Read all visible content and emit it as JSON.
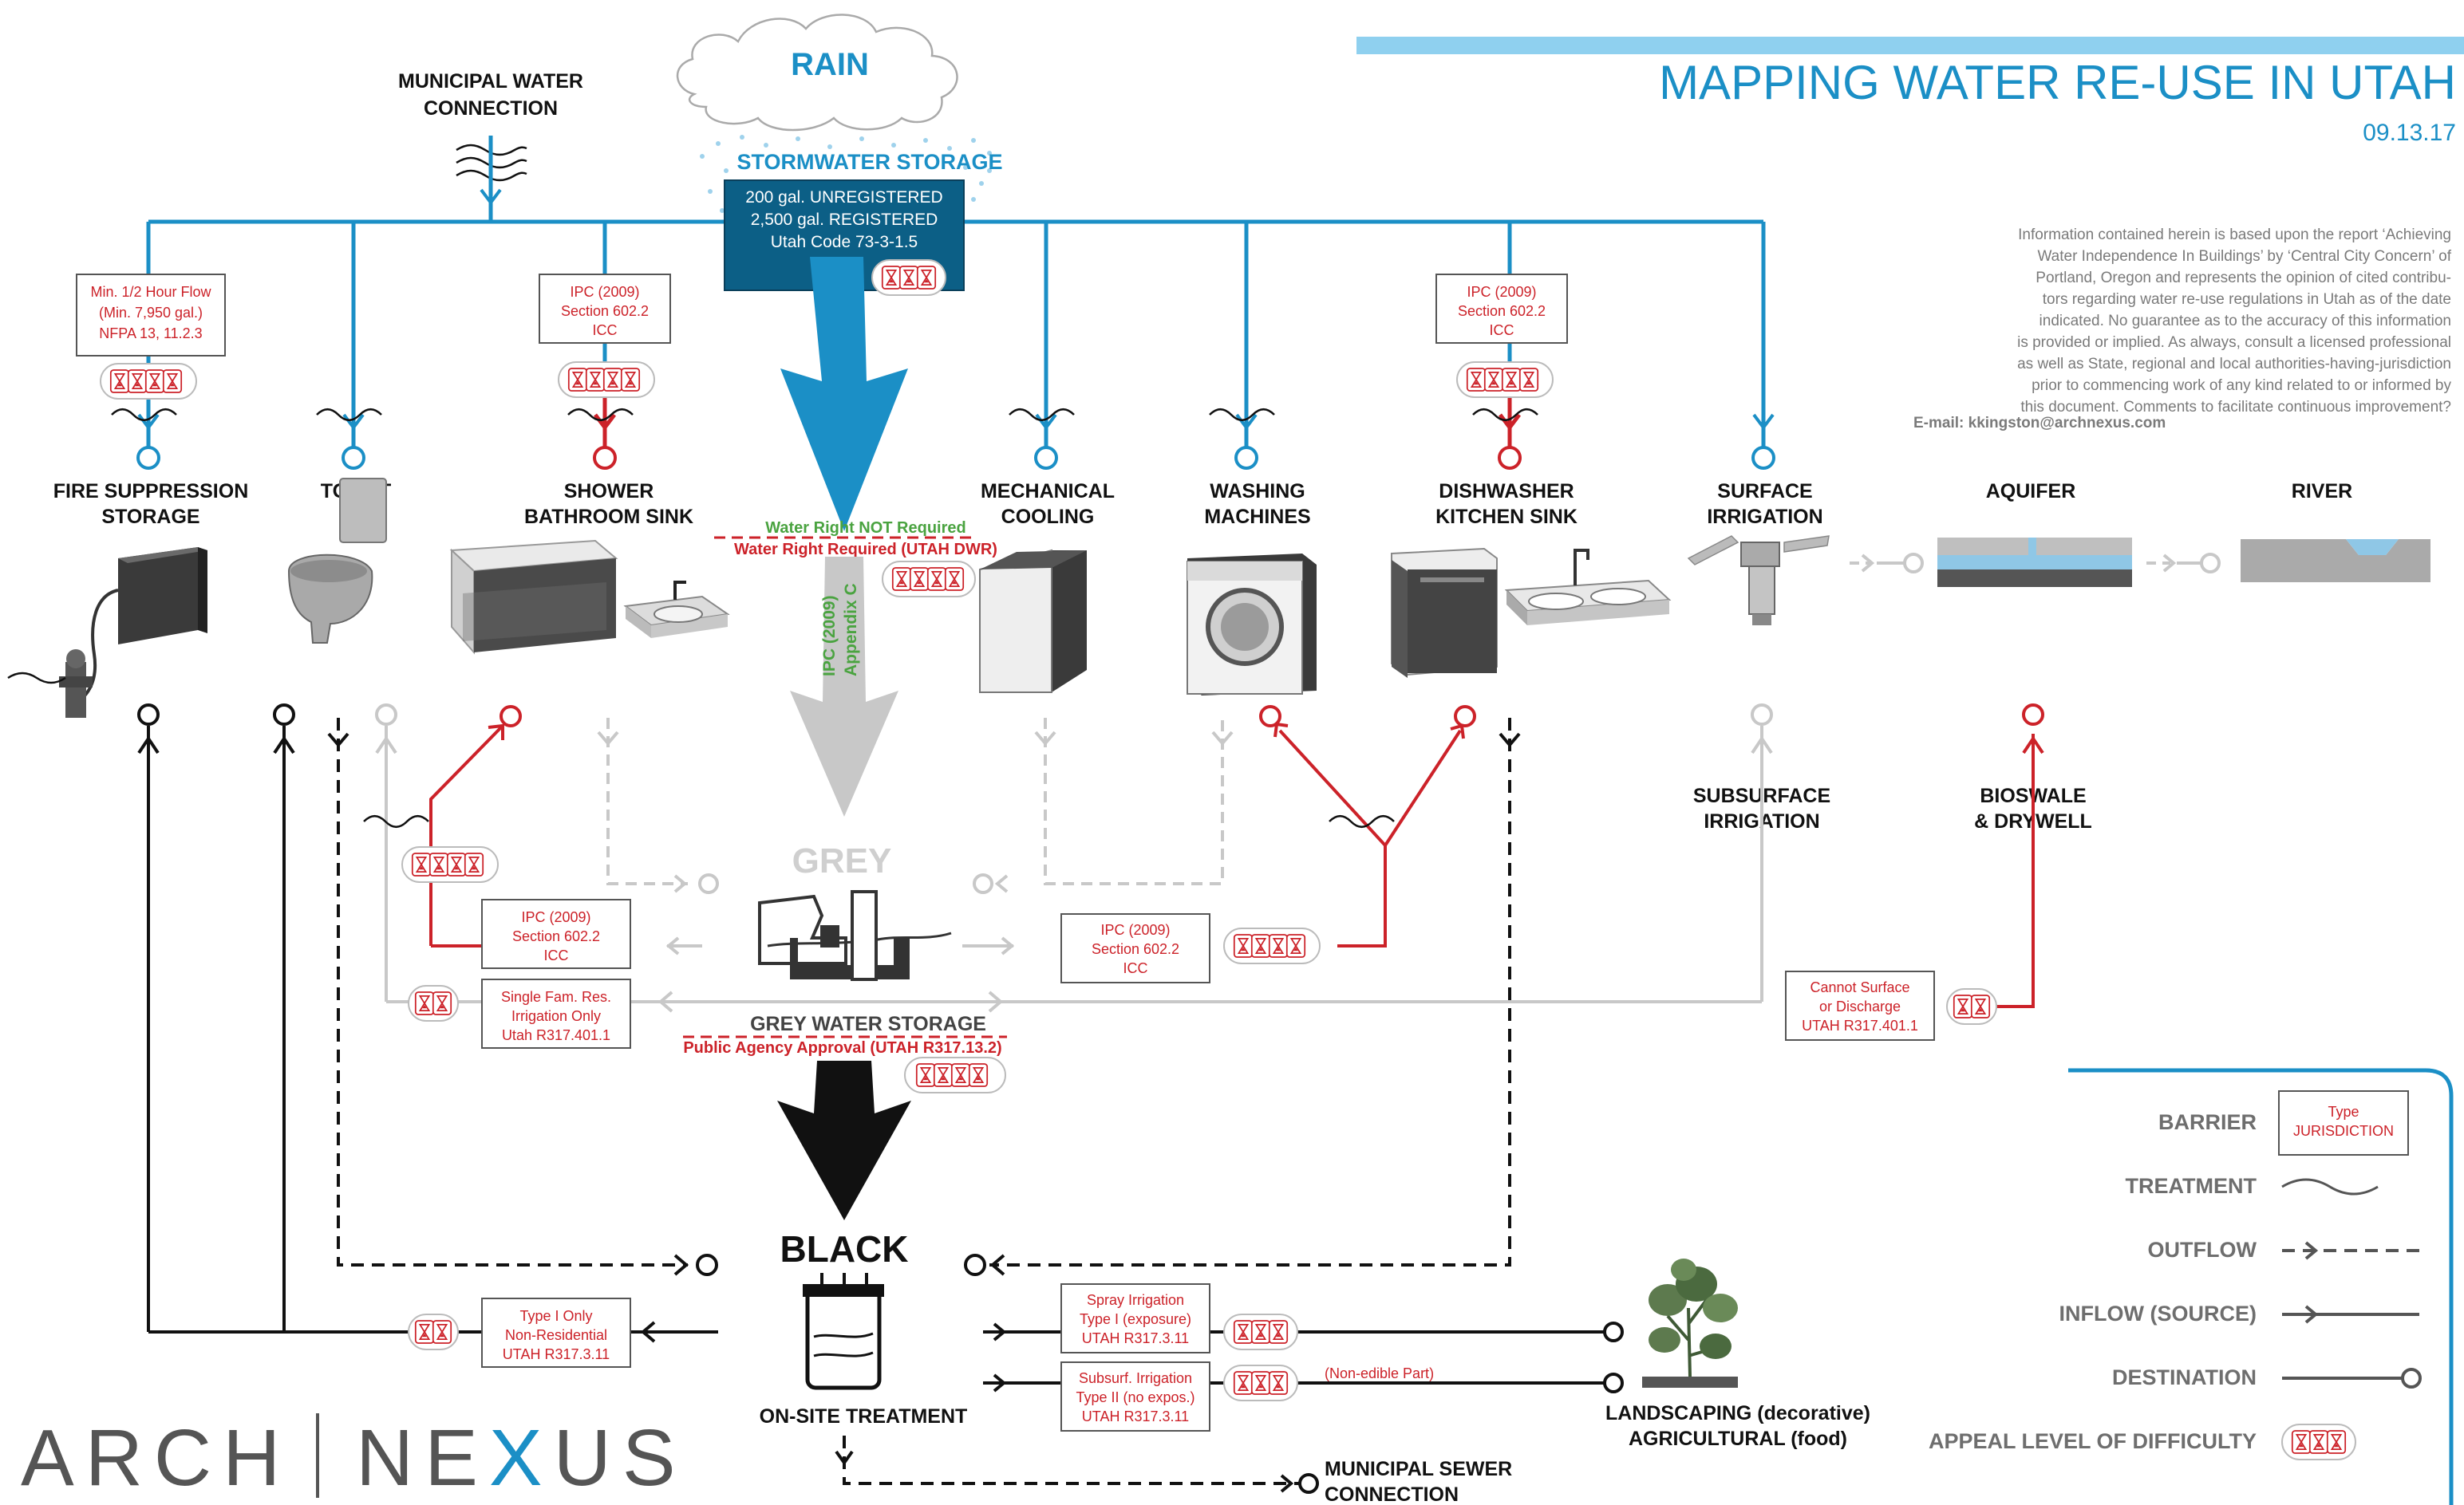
{
  "header": {
    "title": "MAPPING WATER RE-USE IN UTAH",
    "date": "09.13.17"
  },
  "info": {
    "lines": [
      "Information contained herein is based upon the report ‘Achieving",
      "Water Independence In Buildings’ by ‘Central City Concern’ of",
      "Portland, Oregon and represents the opinion of cited contribu-",
      "tors regarding water re-use regulations in Utah as of the date",
      "indicated. No guarantee as to the accuracy of this information",
      "is provided or implied. As always, consult a licensed professional",
      "as well as State, regional and local authorities-having-jurisdiction",
      "prior to commencing work of any kind related to or informed by",
      "this document. Comments to facilitate continuous improvement?"
    ],
    "email": "E-mail: kkingston@archnexus.com"
  },
  "sources": {
    "municipal_water": [
      "MUNICIPAL WATER",
      "CONNECTION"
    ],
    "rain": "RAIN",
    "stormwater_storage": "STORMWATER STORAGE",
    "storage_box": [
      "200 gal. UNREGISTERED",
      "2,500 gal. REGISTERED",
      "Utah Code 73-3-1.5"
    ]
  },
  "fixtures": {
    "fire": [
      "FIRE SUPPRESSION",
      "STORAGE"
    ],
    "toilet": "TOILET",
    "shower": [
      "SHOWER",
      "BATHROOM SINK"
    ],
    "mechanical": [
      "MECHANICAL",
      "COOLING"
    ],
    "washing": [
      "WASHING",
      "MACHINES"
    ],
    "dishwasher": [
      "DISHWASHER",
      "KITCHEN SINK"
    ],
    "surface_irrigation": [
      "SURFACE",
      "IRRIGATION"
    ],
    "aquifer": "AQUIFER",
    "river": "RIVER",
    "subsurface_irrigation": [
      "SUBSURFACE",
      "IRRIGATION"
    ],
    "bioswale": [
      "BIOSWALE",
      "& DRYWELL"
    ]
  },
  "barriers": {
    "fire": [
      "Min. 1/2 Hour Flow",
      "(Min. 7,950 gal.)",
      "NFPA 13, 11.2.3"
    ],
    "shower": [
      "IPC (2009)",
      "Section 602.2",
      "ICC"
    ],
    "dishwasher": [
      "IPC (2009)",
      "Section 602.2",
      "ICC"
    ],
    "grey_left": [
      "IPC (2009)",
      "Section 602.2",
      "ICC"
    ],
    "grey_right": [
      "IPC (2009)",
      "Section 602.2",
      "ICC"
    ],
    "single_family": [
      "Single Fam. Res.",
      "Irrigation Only",
      "Utah R317.401.1"
    ],
    "cannot_surface": [
      "Cannot Surface",
      "or Discharge",
      "UTAH R317.401.1"
    ],
    "type_one_only": [
      "Type I Only",
      "Non-Residential",
      "UTAH R317.3.11"
    ],
    "spray": [
      "Spray Irrigation",
      "Type I (exposure)",
      "UTAH R317.3.11"
    ],
    "subsurface": [
      "Subsurf. Irrigation",
      "Type II (no expos.)",
      "UTAH R317.3.11"
    ]
  },
  "rights": {
    "not_required": "Water Right NOT Required",
    "required": "Water Right Required (UTAH DWR)",
    "ipc_appendix": [
      "IPC (2009)",
      "Appendix C"
    ],
    "public_agency": "Public Agency Approval (UTAH R317.13.2)",
    "non_edible": "(Non-edible Part)"
  },
  "center": {
    "grey": "GREY",
    "grey_storage": "GREY WATER STORAGE",
    "black": "BLACK",
    "onsite": "ON-SITE TREATMENT",
    "municipal_sewer": [
      "MUNICIPAL SEWER",
      "CONNECTION"
    ],
    "landscaping": [
      "LANDSCAPING (decorative)",
      "AGRICULTURAL (food)"
    ]
  },
  "legend": {
    "barrier": "BARRIER",
    "barrier_box": [
      "Type",
      "JURISDICTION"
    ],
    "treatment": "TREATMENT",
    "outflow": "OUTFLOW",
    "inflow": "INFLOW (SOURCE)",
    "destination": "DESTINATION",
    "appeal": "APPEAL LEVEL OF DIFFICULTY"
  },
  "brand": {
    "left": "ARCH",
    "right_a": "NE",
    "right_x": "X",
    "right_b": "US"
  },
  "colors": {
    "blue": "#1b8fc6",
    "red": "#cc2229",
    "grey": "#c8c8c8",
    "black": "#111111",
    "green": "#4aa340"
  }
}
